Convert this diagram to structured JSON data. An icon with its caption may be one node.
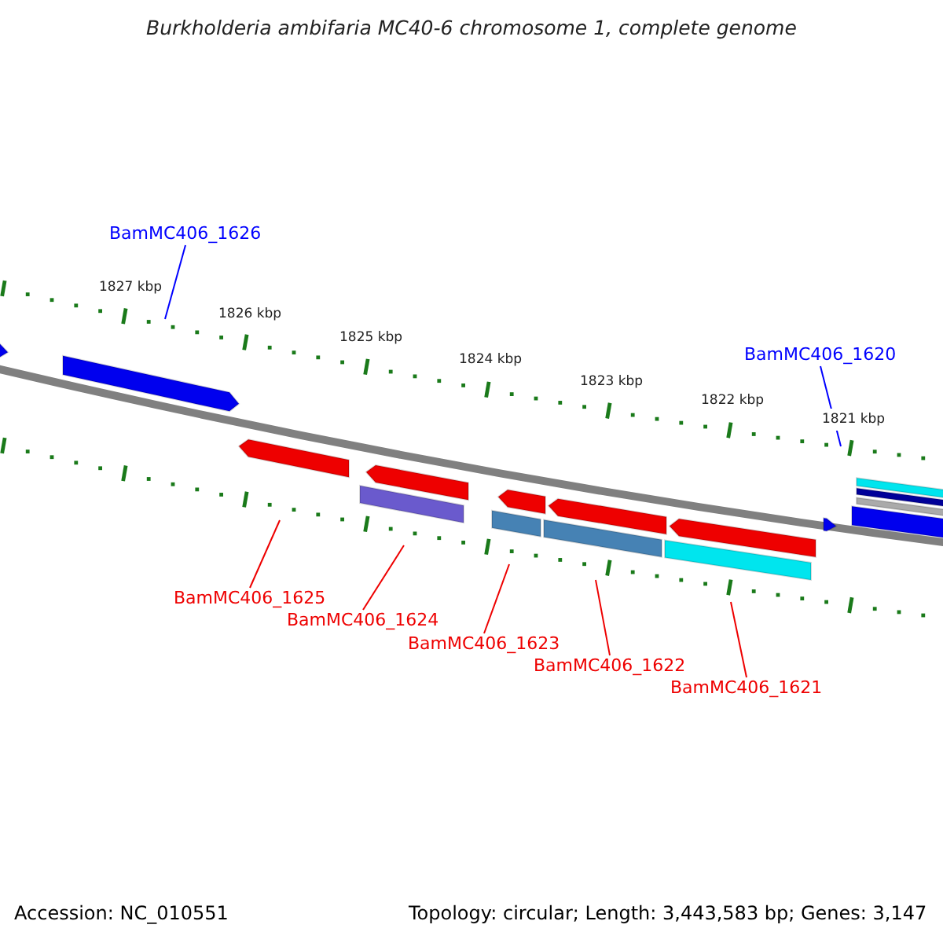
{
  "diagram": {
    "title": "Burkholderia ambifaria MC40-6 chromosome 1, complete genome",
    "nodes": [
      {
        "text": [
          "BamMC406_1626"
        ]
      },
      {
        "text": [
          "BamMC406_1620"
        ]
      },
      {
        "text": [
          "BamMC406_1625"
        ]
      },
      {
        "text": [
          "BamMC406_1624"
        ]
      },
      {
        "text": [
          "BamMC406_1623"
        ]
      },
      {
        "text": [
          "BamMC406_1622"
        ]
      },
      {
        "text": [
          "BamMC406_1621"
        ]
      }
    ],
    "edges": [
      {
        "from": 0,
        "to": null,
        "arrow": "none",
        "color": "#0000ff"
      },
      {
        "from": 1,
        "to": null,
        "arrow": "none",
        "color": "#0000ff"
      },
      {
        "from": 2,
        "to": null,
        "arrow": "none"
      },
      {
        "from": 3,
        "to": null,
        "arrow": "none"
      },
      {
        "from": 4,
        "to": null,
        "arrow": "none"
      },
      {
        "from": 5,
        "to": null,
        "arrow": "none"
      },
      {
        "from": 6,
        "to": null,
        "arrow": "none"
      }
    ],
    "labels": [
      "1827 kbp",
      "1826 kbp",
      "1825 kbp",
      "1824 kbp",
      "1823 kbp",
      "1822 kbp",
      "1821 kbp",
      "Accession: NC_010551",
      "Topology: circular; Length: 3,443,583 bp; Genes: 3,147"
    ]
  }
}
